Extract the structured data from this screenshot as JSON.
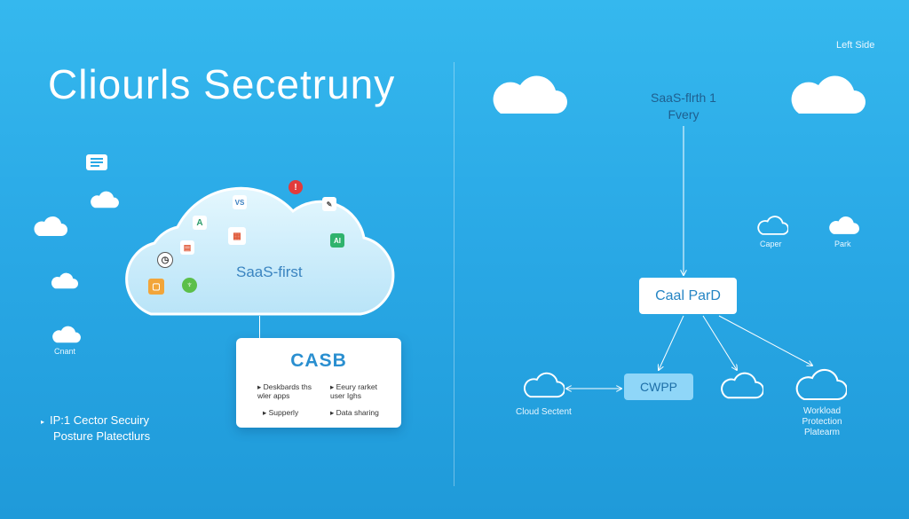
{
  "title": "Cliourls Secetruny",
  "top_right_label": "Left Side",
  "left": {
    "cloud_label": "SaaS-first",
    "small_cloud_label": "Cnant",
    "casb": {
      "title": "CASB",
      "items": [
        "Deskbards ths wler apps",
        "Eeury rarket user Ighs",
        "Supperly",
        "Data sharing"
      ]
    },
    "bullet": {
      "marker": "▸",
      "line1": "IP:1 Cector Secuiry",
      "line2": "Posture Platectlurs"
    }
  },
  "right": {
    "saas_line1": "SaaS-flrth 1",
    "saas_line2": "Fvery",
    "capper": "Caper",
    "park": "Park",
    "card": "Caal ParD",
    "cwpp": "CWPP",
    "cloud_sectent": "Cloud Sectent",
    "workload_line1": "Workload",
    "workload_line2": "Protection",
    "workload_line3": "Platearm"
  },
  "colors": {
    "background": "#2aa9e6",
    "accent": "#2a8fd0",
    "cloud_big": "#cfeefb"
  },
  "icons": [
    "document-icon",
    "cloud-icon",
    "app-a-icon",
    "vs-icon",
    "alert-icon",
    "edit-icon",
    "ai-icon",
    "clock-icon",
    "sheet-icon",
    "phone-icon",
    "leaf-icon"
  ]
}
